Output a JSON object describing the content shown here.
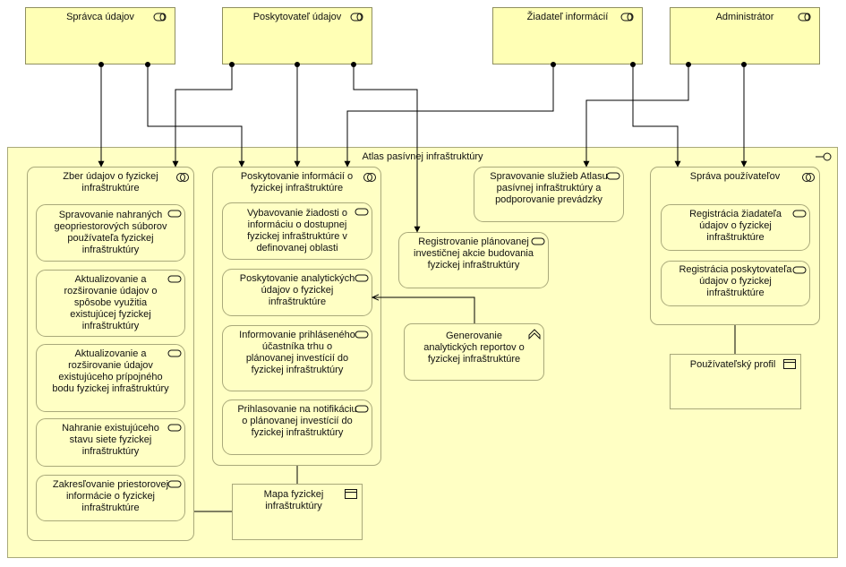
{
  "actors": {
    "a1": "Správca údajov",
    "a2": "Poskytovateľ údajov",
    "a3": "Žiadateľ informácií",
    "a4": "Administrátor"
  },
  "system": {
    "title": "Atlas pasívnej infraštruktúry",
    "f1": {
      "title": "Zber údajov o fyzickej infraštruktúre",
      "s1": "Spravovanie nahraných geopriestorových súborov používateľa fyzickej infraštruktúry",
      "s2": "Aktualizovanie a rozširovanie údajov o spôsobe využitia existujúcej fyzickej infraštruktúry",
      "s3": "Aktualizovanie a rozširovanie údajov existujúceho prípojného bodu fyzickej infraštruktúry",
      "s4": "Nahranie existujúceho stavu siete fyzickej infraštruktúry",
      "s5": "Zakresľovanie priestorovej informácie o fyzickej infraštruktúre"
    },
    "f2": {
      "title": "Poskytovanie informácií o fyzickej infraštruktúre",
      "s1": "Vybavovanie žiadosti o informáciu o dostupnej fyzickej infraštruktúre v definovanej oblasti",
      "s2": "Poskytovanie analytických údajov o fyzickej infraštruktúre",
      "s3": "Informovanie prihláseného účastníka trhu o plánovanej investícií do fyzickej infraštruktúry",
      "s4": "Prihlasovanie na notifikáciu o plánovanej investícií do fyzickej infraštruktúry"
    },
    "svc_support": "Spravovanie služieb Atlasu pasívnej infraštruktúry a podporovanie prevádzky",
    "svc_register": "Registrovanie plánovanej investičnej akcie budovania fyzickej infraštruktúry",
    "svc_reports": "Generovanie analytických reportov o fyzickej infraštruktúre",
    "f4": {
      "title": "Správa používateľov",
      "s1": "Registrácia žiadateľa údajov o fyzickej infraštruktúre",
      "s2": "Registrácia poskytovateľa údajov o fyzickej infraštruktúre"
    },
    "do_map": "Mapa fyzickej infraštruktúry",
    "do_profile": "Používateľský profil"
  },
  "colors": {
    "fill": "#ffffc4",
    "border": "#a9a97a",
    "line": "#000000"
  }
}
